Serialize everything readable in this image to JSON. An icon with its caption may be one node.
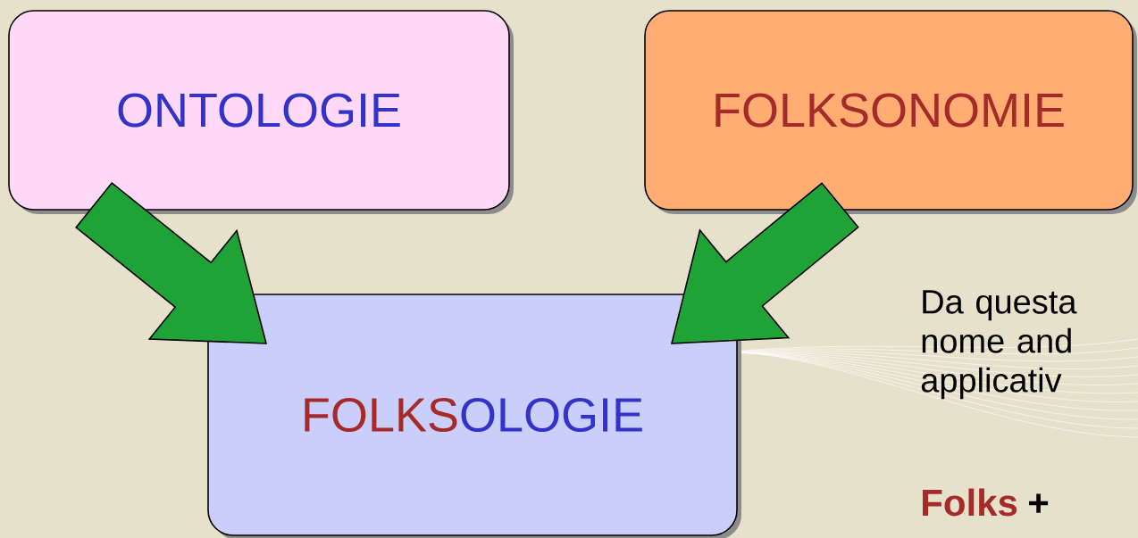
{
  "diagram": {
    "nodes": [
      {
        "text": [
          "ONTOLOGIE"
        ]
      },
      {
        "text": [
          "FOLKSONOMIE"
        ]
      },
      {
        "text": [
          "FOLKS",
          "OLOGIE"
        ]
      }
    ],
    "edges": [
      {
        "from": 0,
        "to": 2,
        "arrow": "to"
      },
      {
        "from": 1,
        "to": 2,
        "arrow": "to"
      }
    ],
    "labels": [
      "Da questa nome and applicativ",
      "Folks",
      "+"
    ]
  }
}
